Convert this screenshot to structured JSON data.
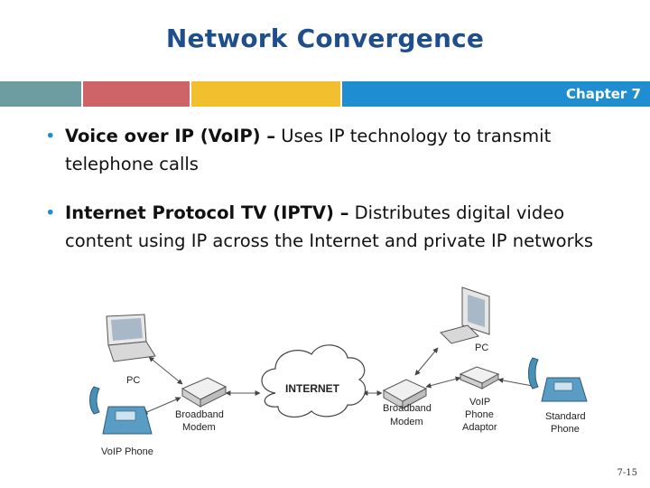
{
  "slide": {
    "title": "Network Convergence",
    "chapter": "Chapter 7",
    "page_number": "7-15",
    "colors": {
      "title": "#1f4e8c",
      "accent_blue": "#1f8ed0",
      "band_teal": "#6d9da0",
      "band_red": "#cf6468",
      "band_yellow": "#f2bf2e"
    }
  },
  "bullets": [
    {
      "term": "Voice over IP (VoIP) –",
      "text": " Uses IP technology to transmit telephone calls"
    },
    {
      "term": "Internet Protocol TV (IPTV) –",
      "text": " Distributes digital video content using IP across the Internet and private IP networks"
    }
  ],
  "bullet_marker": "•",
  "diagram": {
    "cloud_label": "INTERNET",
    "labels": {
      "pc_left": "PC",
      "voip_phone": "VoIP Phone",
      "modem_left_1": "Broadband",
      "modem_left_2": "Modem",
      "pc_right": "PC",
      "modem_right_1": "Broadband",
      "modem_right_2": "Modem",
      "adaptor_1": "VoIP",
      "adaptor_2": "Phone",
      "adaptor_3": "Adaptor",
      "std_phone_1": "Standard",
      "std_phone_2": "Phone"
    }
  }
}
